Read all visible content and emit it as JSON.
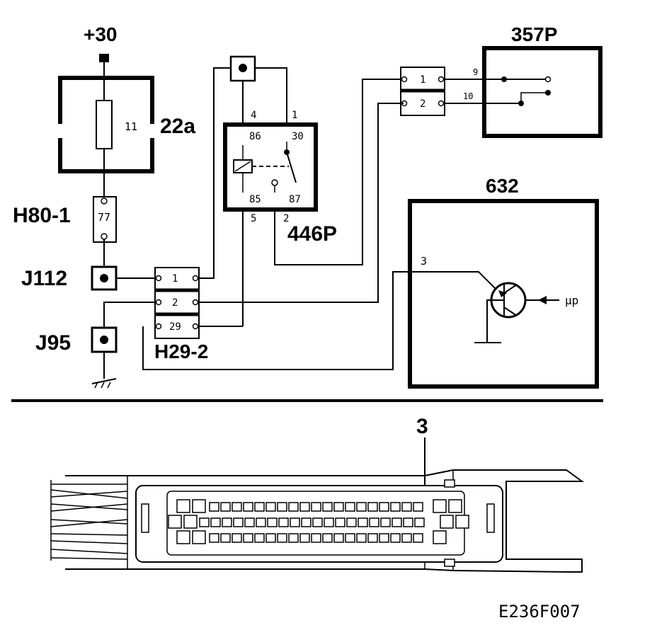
{
  "supply": {
    "label": "+30"
  },
  "fuse_box": {
    "ref": "22a",
    "fuse": "11"
  },
  "connector_h80": {
    "ref": "H80-1",
    "pin": "77"
  },
  "relay": {
    "ref": "446P",
    "pins_ext": [
      "4",
      "1",
      "5",
      "2"
    ],
    "pins_int": [
      "86",
      "30",
      "85",
      "87"
    ]
  },
  "connector_357": {
    "pins": [
      "1",
      "2"
    ]
  },
  "module_357": {
    "ref": "357P",
    "pins": [
      "9",
      "10"
    ]
  },
  "ecu": {
    "ref": "632",
    "pin": "3",
    "mu": "µp"
  },
  "splices": {
    "j112": "J112",
    "j95": "J95"
  },
  "connector_h29": {
    "ref": "H29-2",
    "pins": [
      "1",
      "2",
      "29"
    ]
  },
  "connector_view": {
    "callout": "3"
  },
  "footer": {
    "code": "E236F007"
  }
}
